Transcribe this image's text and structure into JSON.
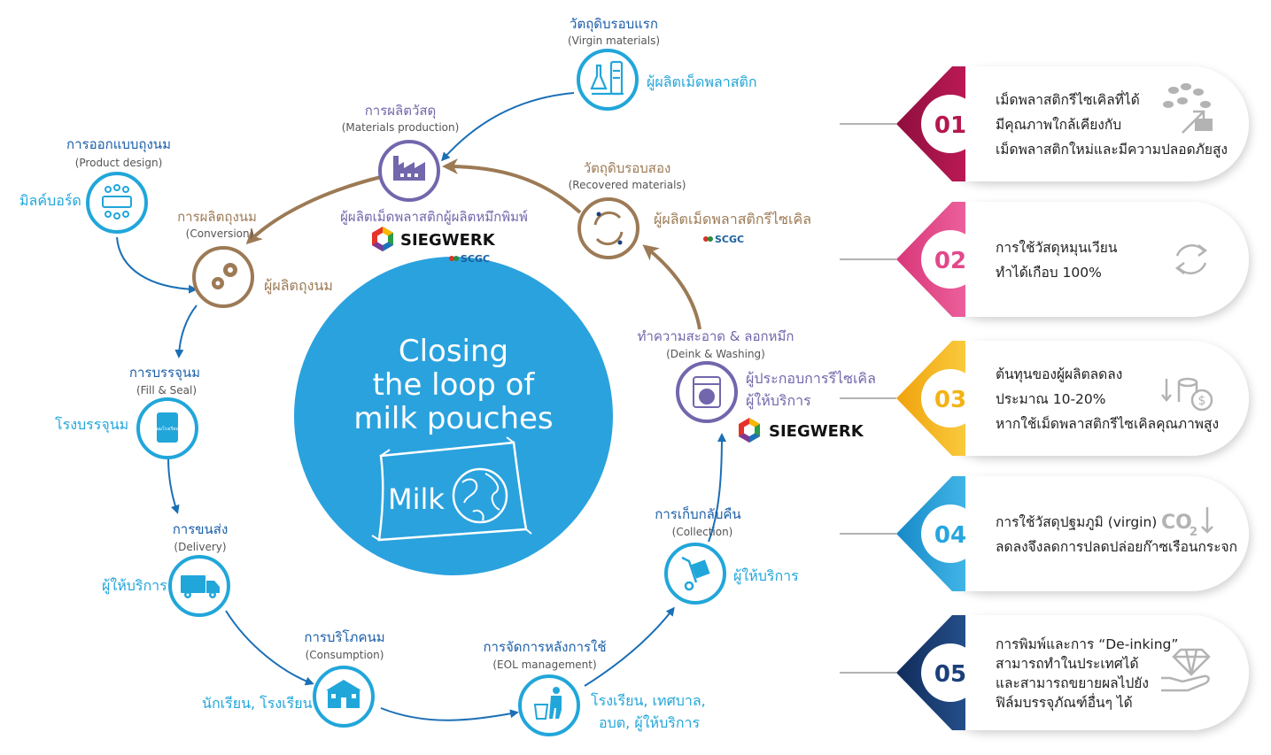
{
  "center": {
    "title_lines": [
      "Closing",
      "the loop of",
      "milk pouches"
    ],
    "pouch_label": "Milk"
  },
  "nodes": {
    "virgin": {
      "title": "วัตถุดิบรอบแรก",
      "subtitle": "(Virgin materials)",
      "actor": "ผู้ผลิตเม็ดพลาสติก"
    },
    "materials": {
      "title": "การผลิตวัสดุ",
      "subtitle": "(Materials production)",
      "actor": "ผู้ผลิตเม็ดพลาสติกผู้ผลิตหมึกพิมพ์"
    },
    "design": {
      "title": "การออกแบบถุงนม",
      "subtitle": "(Product design)",
      "actor": "มิลค์บอร์ด"
    },
    "conversion": {
      "title": "การผลิตถุงนม",
      "subtitle": "(Conversion)",
      "actor": "ผู้ผลิตถุงนม"
    },
    "recovered": {
      "title": "วัตถุดิบรอบสอง",
      "subtitle": "(Recovered materials)",
      "actor": "ผู้ผลิตเม็ดพลาสติกรีไซเคิล"
    },
    "deink": {
      "title": "ทำความสะอาด & ลอกหมึก",
      "subtitle": "(Deink & Washing)",
      "actor_line1": "ผู้ประกอบการรีไซเคิล",
      "actor_line2": "ผู้ให้บริการ"
    },
    "fill": {
      "title": "การบรรจุนม",
      "subtitle": "(Fill & Seal)",
      "actor": "โรงบรรจุนม"
    },
    "delivery": {
      "title": "การขนส่ง",
      "subtitle": "(Delivery)",
      "actor": "ผู้ให้บริการ"
    },
    "consumption": {
      "title": "การบริโภคนม",
      "subtitle": "(Consumption)",
      "actor": "นักเรียน, โรงเรียน"
    },
    "eol": {
      "title": "การจัดการหลังการใช้",
      "subtitle": "(EOL management)",
      "actor_line1": "โรงเรียน, เทศบาล,",
      "actor_line2": "อบต, ผู้ให้บริการ"
    },
    "collection": {
      "title": "การเก็บกลับคืน",
      "subtitle": "(Collection)",
      "actor": "ผู้ให้บริการ"
    }
  },
  "logos": {
    "siegwerk": "SIEGWERK",
    "scgc": "SCGC",
    "pouch_print": "นมโรงเรียน"
  },
  "benefits": [
    {
      "number": "01",
      "color": "#b5174f",
      "icon": "pellets-up-icon",
      "lines": [
        "เม็ดพลาสติกรีไซเคิลที่ได้",
        "มีคุณภาพใกล้เคียงกับ",
        "เม็ดพลาสติกใหม่และมีความปลอดภัยสูง"
      ]
    },
    {
      "number": "02",
      "color": "#e2488a",
      "icon": "recycle-icon",
      "lines": [
        "การใช้วัสดุหมุนเวียน",
        "ทำได้เกือบ 100%"
      ]
    },
    {
      "number": "03",
      "color": "#f2b315",
      "icon": "cost-down-icon",
      "lines": [
        "ต้นทุนของผู้ผลิตลดลง",
        "ประมาณ 10-20%",
        "หากใช้เม็ดพลาสติกรีไซเคิลคุณภาพสูง"
      ]
    },
    {
      "number": "04",
      "color": "#27a6df",
      "icon": "co2-down-icon",
      "co2": "CO",
      "lines": [
        "การใช้วัสดุปฐมภูมิ (virgin)",
        "ลดลงจึงลดการปลดปล่อยก๊าซเรือนกระจก"
      ]
    },
    {
      "number": "05",
      "color": "#1b3f7a",
      "icon": "diamond-hand-icon",
      "lines": [
        "การพิมพ์และการ “De-inking”",
        "สามารถทำในประเทศได้",
        "และสามารถขยายผลไปยัง",
        "ฟิล์มบรรจุภัณฑ์อื่นๆ ได้"
      ]
    }
  ],
  "colors": {
    "blue_line": "#1b6fb5",
    "cyan": "#21a6da",
    "brown": "#9c7a55",
    "purple": "#7266ac",
    "center": "#2aa2de"
  }
}
